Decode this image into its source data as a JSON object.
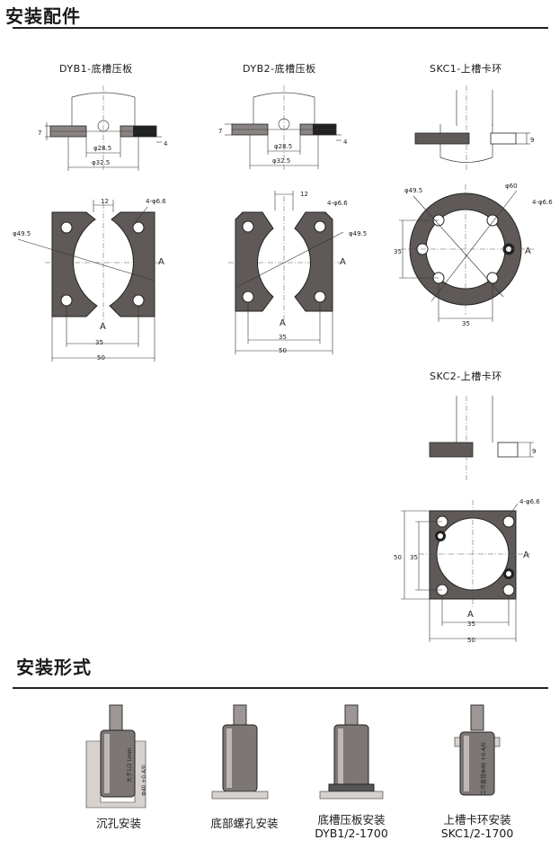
{
  "section1_title": "安装配件",
  "section2_title": "安装形式",
  "dyb1": {
    "title": "DYB1-底槽压板",
    "dims": {
      "d1": "7",
      "d2": "4",
      "d3": "φ28.5",
      "d4": "φ32.5",
      "d5": "12",
      "d6": "4-φ6.6",
      "d7": "φ49.5",
      "d8": "A",
      "d9": "A",
      "d10": "35",
      "d11": "50"
    }
  },
  "dyb2": {
    "title": "DYB2-底槽压板",
    "dims": {
      "d1": "7",
      "d2": "4",
      "d3": "φ28.5",
      "d4": "φ32.5",
      "d5": "12",
      "d6": "4-φ6.6",
      "d7": "φ49.5",
      "d8": "A",
      "d9": "A",
      "d10": "35",
      "d11": "50"
    }
  },
  "skc1": {
    "title": "SKC1-上槽卡环",
    "dims": {
      "d1": "9",
      "d2": "φ49.5",
      "d3": "φ60",
      "d4": "4-φ6.6",
      "d5": "35",
      "d6": "A",
      "d7": "35"
    }
  },
  "skc2": {
    "title": "SKC2-上槽卡环",
    "dims": {
      "d1": "9",
      "d2": "4-φ6.6",
      "d3": "50",
      "d4": "35",
      "d5": "A",
      "d6": "A",
      "d7": "35",
      "d8": "50"
    }
  },
  "mounts": [
    {
      "caption": "沉孔安装",
      "caption2": "",
      "note": "大于1/2 Lmm",
      "note2": "Φ40 +0.4/0"
    },
    {
      "caption": "底部螺孔安装",
      "caption2": "",
      "note": "",
      "note2": ""
    },
    {
      "caption": "底槽压板安装",
      "caption2": "DYB1/2-1700",
      "note": "",
      "note2": ""
    },
    {
      "caption": "上槽卡环安装",
      "caption2": "SKC1/2-1700",
      "note": "",
      "note2": "工作直径Φ40 +0.4/0"
    }
  ]
}
